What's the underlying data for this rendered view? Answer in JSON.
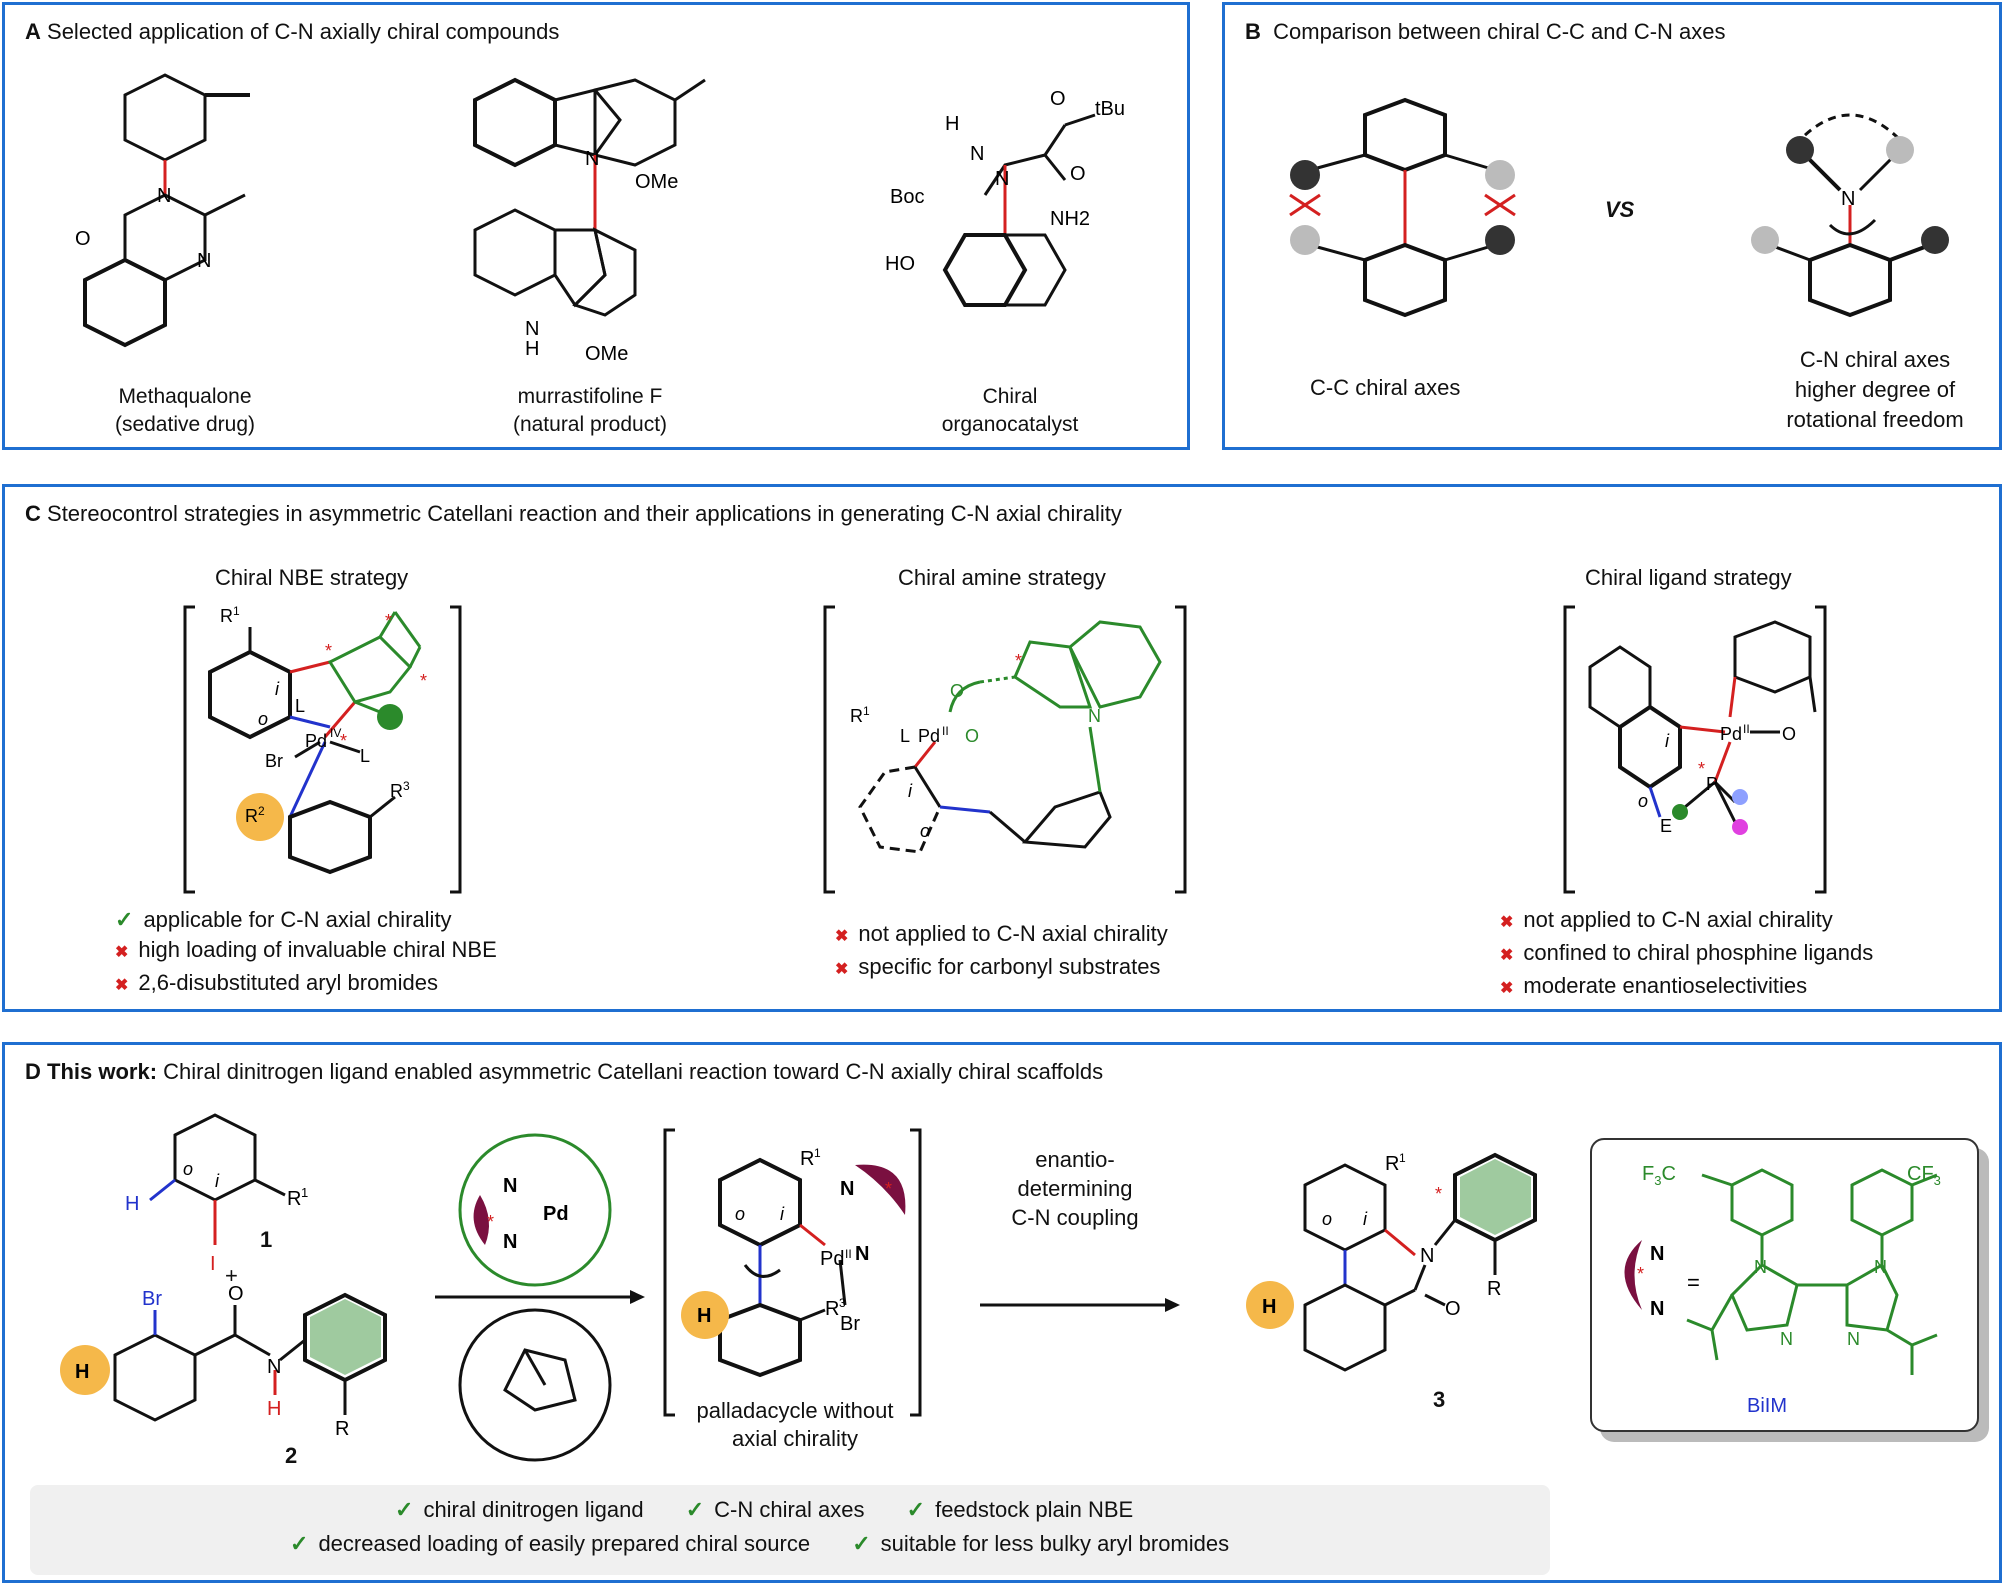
{
  "panelA": {
    "letter": "A",
    "title": "Selected application of C-N axially chiral compounds",
    "compounds": [
      {
        "name": "Methaqualone",
        "note": "(sedative drug)"
      },
      {
        "name": "murrastifoline F",
        "note": "(natural product)"
      },
      {
        "name": "Chiral",
        "note": "organocatalyst"
      }
    ],
    "atoms": {
      "boc": "Boc",
      "nh2": "NH2",
      "ho": "HO",
      "ome": "OMe",
      "tbu": "tBu"
    }
  },
  "panelB": {
    "letter": "B",
    "title": "Comparison between chiral C-C and C-N axes",
    "left_label": "C-C chiral axes",
    "vs": "VS",
    "right_label_1": "C-N chiral axes",
    "right_label_2": "higher degree of",
    "right_label_3": "rotational freedom"
  },
  "panelC": {
    "letter": "C",
    "title": "Stereocontrol strategies in asymmetric Catellani reaction and their applications in generating C-N axial chirality",
    "strategies": [
      {
        "name": "Chiral NBE strategy",
        "points": [
          {
            "mark": "check",
            "text": "applicable for C-N axial chirality"
          },
          {
            "mark": "cross",
            "text": "high loading of invaluable chiral NBE"
          },
          {
            "mark": "cross",
            "text": "2,6-disubstituted aryl bromides"
          }
        ]
      },
      {
        "name": "Chiral amine strategy",
        "points": [
          {
            "mark": "cross",
            "text": "not applied to C-N axial chirality"
          },
          {
            "mark": "cross",
            "text": "specific for carbonyl substrates"
          }
        ]
      },
      {
        "name": "Chiral ligand strategy",
        "points": [
          {
            "mark": "cross",
            "text": "not applied to C-N axial chirality"
          },
          {
            "mark": "cross",
            "text": "confined to chiral phosphine ligands"
          },
          {
            "mark": "cross",
            "text": "moderate enantioselectivities"
          }
        ]
      }
    ]
  },
  "panelD": {
    "letter": "D",
    "title_bold": "This work:",
    "title_rest": "Chiral dinitrogen ligand enabled asymmetric Catellani reaction toward C-N axially chiral scaffolds",
    "compound1": "1",
    "compound2": "2",
    "compound3": "3",
    "plus": "+",
    "palladacycle_1": "palladacycle without",
    "palladacycle_2": "axial chirality",
    "step_1": "enantio-",
    "step_2": "determining",
    "step_3": "C-N coupling",
    "ligand_name": "BiIM",
    "features_row1": [
      "chiral dinitrogen ligand",
      "C-N chiral axes",
      "feedstock plain NBE"
    ],
    "features_row2": [
      "decreased loading of easily prepared chiral source",
      "suitable for less bulky aryl bromides"
    ]
  },
  "colors": {
    "panel_border": "#1f6fd1",
    "green": "#2b8a2b",
    "red": "#d42020",
    "blue": "#2233cc",
    "ligand": "#7a1040",
    "orange": "#f5b84a"
  }
}
